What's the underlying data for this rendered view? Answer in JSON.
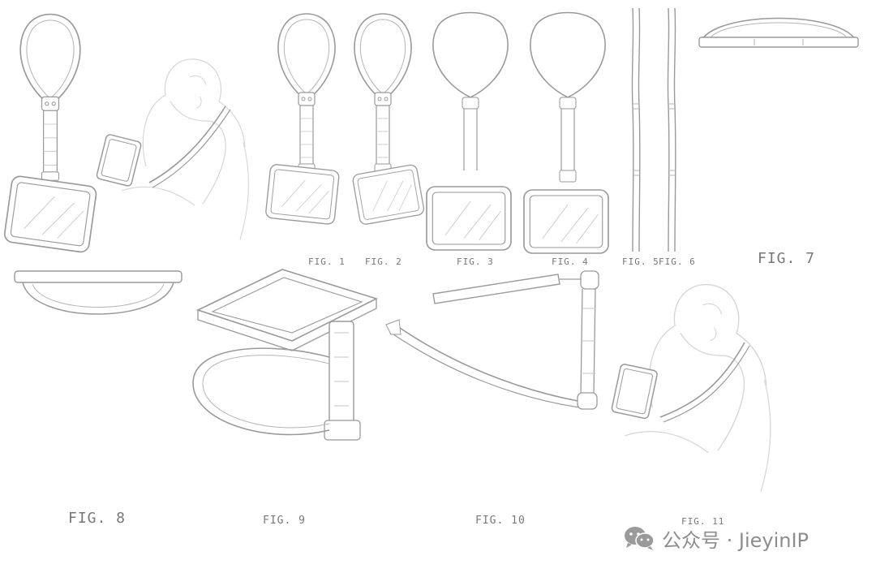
{
  "figures": [
    {
      "id": "fig1",
      "label": "FIG. 1"
    },
    {
      "id": "fig2",
      "label": "FIG. 2"
    },
    {
      "id": "fig3",
      "label": "FIG. 3"
    },
    {
      "id": "fig4",
      "label": "FIG. 4"
    },
    {
      "id": "fig5",
      "label": "FIG. 5"
    },
    {
      "id": "fig6",
      "label": "FIG. 6"
    },
    {
      "id": "fig7",
      "label": "FIG. 7"
    },
    {
      "id": "fig8",
      "label": "FIG. 8"
    },
    {
      "id": "fig9",
      "label": "FIG. 9"
    },
    {
      "id": "fig10",
      "label": "FIG. 10"
    },
    {
      "id": "fig11",
      "label": "FIG. 11"
    }
  ],
  "watermark": {
    "icon": "wechat-icon",
    "text": "公众号 · JieyinIP"
  },
  "colors": {
    "line": "#9a9a9a",
    "sketch": "#d6d6d6",
    "label": "#777777",
    "watermark": "#8d8d8d"
  }
}
